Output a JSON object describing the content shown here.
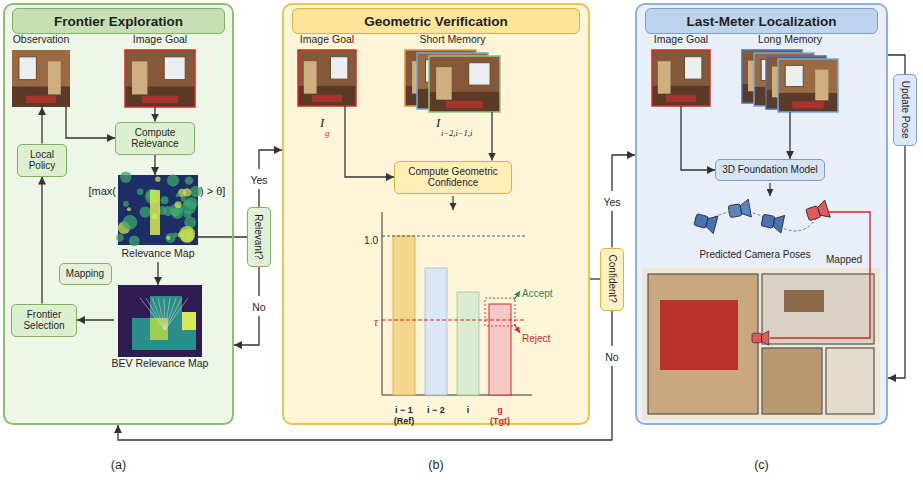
{
  "diagram": {
    "nodes": [
      {
        "text": [
          "(a)"
        ]
      },
      {
        "text": [
          "Frontier Exploration"
        ],
        "in": 0
      },
      {
        "text": [
          "Observation"
        ],
        "in": 0
      },
      {
        "text": [
          "Image Goal"
        ],
        "in": 0
      },
      {
        "text": [
          "Compute Relevance"
        ],
        "in": 0
      },
      {
        "text": [
          "Relevance Map"
        ],
        "in": 0
      },
      {
        "text": [
          "Local Policy"
        ],
        "in": 0
      },
      {
        "text": [
          "Mapping"
        ],
        "in": 0
      },
      {
        "text": [
          "BEV Relevance Map"
        ],
        "in": 0
      },
      {
        "text": [
          "Frontier Selection"
        ],
        "in": 0
      },
      {
        "text": [
          "Relevant?"
        ]
      },
      {
        "text": [
          "(b)"
        ]
      },
      {
        "text": [
          "Geometric Verification"
        ],
        "in": 11
      },
      {
        "text": [
          "Image Goal"
        ],
        "in": 11
      },
      {
        "text": [
          "Short Memory"
        ],
        "in": 11
      },
      {
        "text": [
          "Compute Geometric Confidence"
        ],
        "in": 11
      },
      {
        "text": [
          "Confident?"
        ]
      },
      {
        "text": [
          "(c)"
        ]
      },
      {
        "text": [
          "Last-Meter Localization"
        ],
        "in": 17
      },
      {
        "text": [
          "Image Goal"
        ],
        "in": 17
      },
      {
        "text": [
          "Long Memory"
        ],
        "in": 17
      },
      {
        "text": [
          "3D Foundation Model"
        ],
        "in": 17
      },
      {
        "text": [
          "Update Pose"
        ]
      }
    ],
    "edges": [
      {
        "from": 2,
        "to": 4,
        "arrow": "to"
      },
      {
        "from": 3,
        "to": 4,
        "arrow": "to"
      },
      {
        "from": 4,
        "to": 5,
        "arrow": "to"
      },
      {
        "from": 5,
        "to": 8,
        "arrow": "to"
      },
      {
        "from": 8,
        "to": 9,
        "arrow": "to"
      },
      {
        "from": 9,
        "to": 6,
        "arrow": "to"
      },
      {
        "from": 6,
        "to": 2,
        "arrow": "to"
      },
      {
        "from": 5,
        "to": 10,
        "arrow": "none"
      },
      {
        "from": 10,
        "to": 11,
        "label": "Yes",
        "arrow": "to"
      },
      {
        "from": 10,
        "to": 0,
        "label": "No",
        "arrow": "to"
      },
      {
        "from": 13,
        "to": 15,
        "arrow": "to"
      },
      {
        "from": 14,
        "to": 15,
        "arrow": "to"
      },
      {
        "from": 11,
        "to": 16,
        "arrow": "none"
      },
      {
        "from": 16,
        "to": 17,
        "label": "Yes",
        "arrow": "to"
      },
      {
        "from": 16,
        "to": 0,
        "label": "No",
        "arrow": "to"
      },
      {
        "from": 19,
        "to": 21,
        "arrow": "to"
      },
      {
        "from": 20,
        "to": 21,
        "arrow": "to"
      },
      {
        "from": 17,
        "to": 22,
        "arrow": "none"
      },
      {
        "from": 22,
        "to": 17,
        "arrow": "to"
      }
    ],
    "labels": [
      "[max(",
      ") > θ]",
      "I",
      "g",
      "I",
      "i−2,i−1,i",
      "1.0",
      "τ",
      "Accept",
      "Reject",
      "i − 1",
      "(Ref)",
      "i − 2",
      "i",
      "g",
      "(Tgt)",
      "Predicted Camera Poses",
      "Mapped"
    ]
  }
}
